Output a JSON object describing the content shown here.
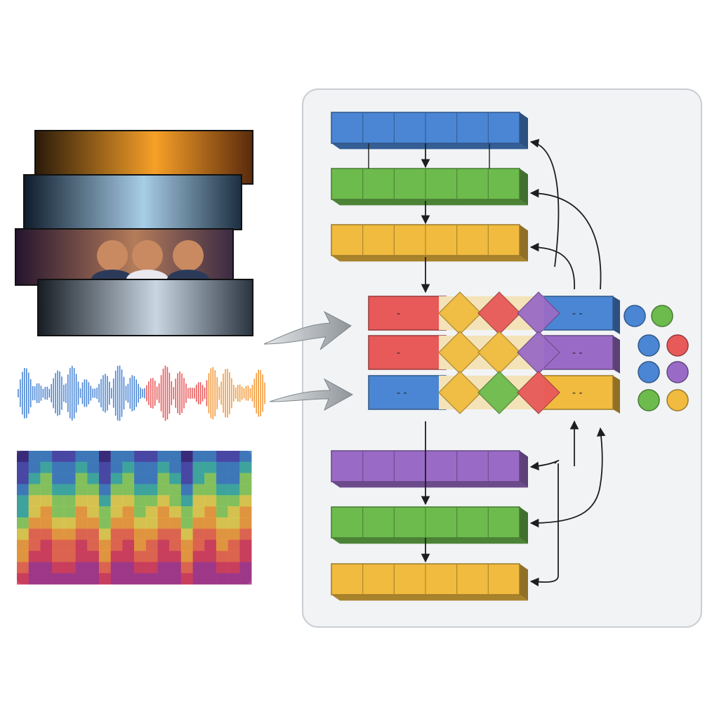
{
  "palette": {
    "blue": "#4a86d4",
    "green": "#6dbb4d",
    "yellow": "#f0bb3f",
    "red": "#e8595a",
    "purple": "#9a6bc6",
    "orange": "#f29a3c",
    "panel_bg": "#f1f3f5",
    "panel_border": "#c9ced3",
    "arrow_dark": "#1e1e1e",
    "arrow_gray": "#9aa0a4"
  },
  "encoder_stack": [
    "blue",
    "green",
    "yellow"
  ],
  "decoder_stack": [
    "purple",
    "green",
    "yellow"
  ],
  "fusion_rows": [
    {
      "start": "red",
      "end": "blue",
      "diamonds": [
        "yellow",
        "red",
        "purple"
      ],
      "tag_start": "-",
      "tag_end": "- -"
    },
    {
      "start": "red",
      "end": "purple",
      "diamonds": [
        "yellow",
        "yellow",
        "purple"
      ],
      "tag_start": "-",
      "tag_end": "- -"
    },
    {
      "start": "blue",
      "end": "yellow",
      "diamonds": [
        "yellow",
        "green",
        "red"
      ],
      "tag_start": "- -",
      "tag_end": "- -"
    }
  ],
  "token_dots": [
    "blue",
    "green",
    "blue",
    "red",
    "blue",
    "purple",
    "green",
    "yellow"
  ],
  "waveform_colors": [
    "blue",
    "red",
    "orange"
  ],
  "image_strips": 4
}
